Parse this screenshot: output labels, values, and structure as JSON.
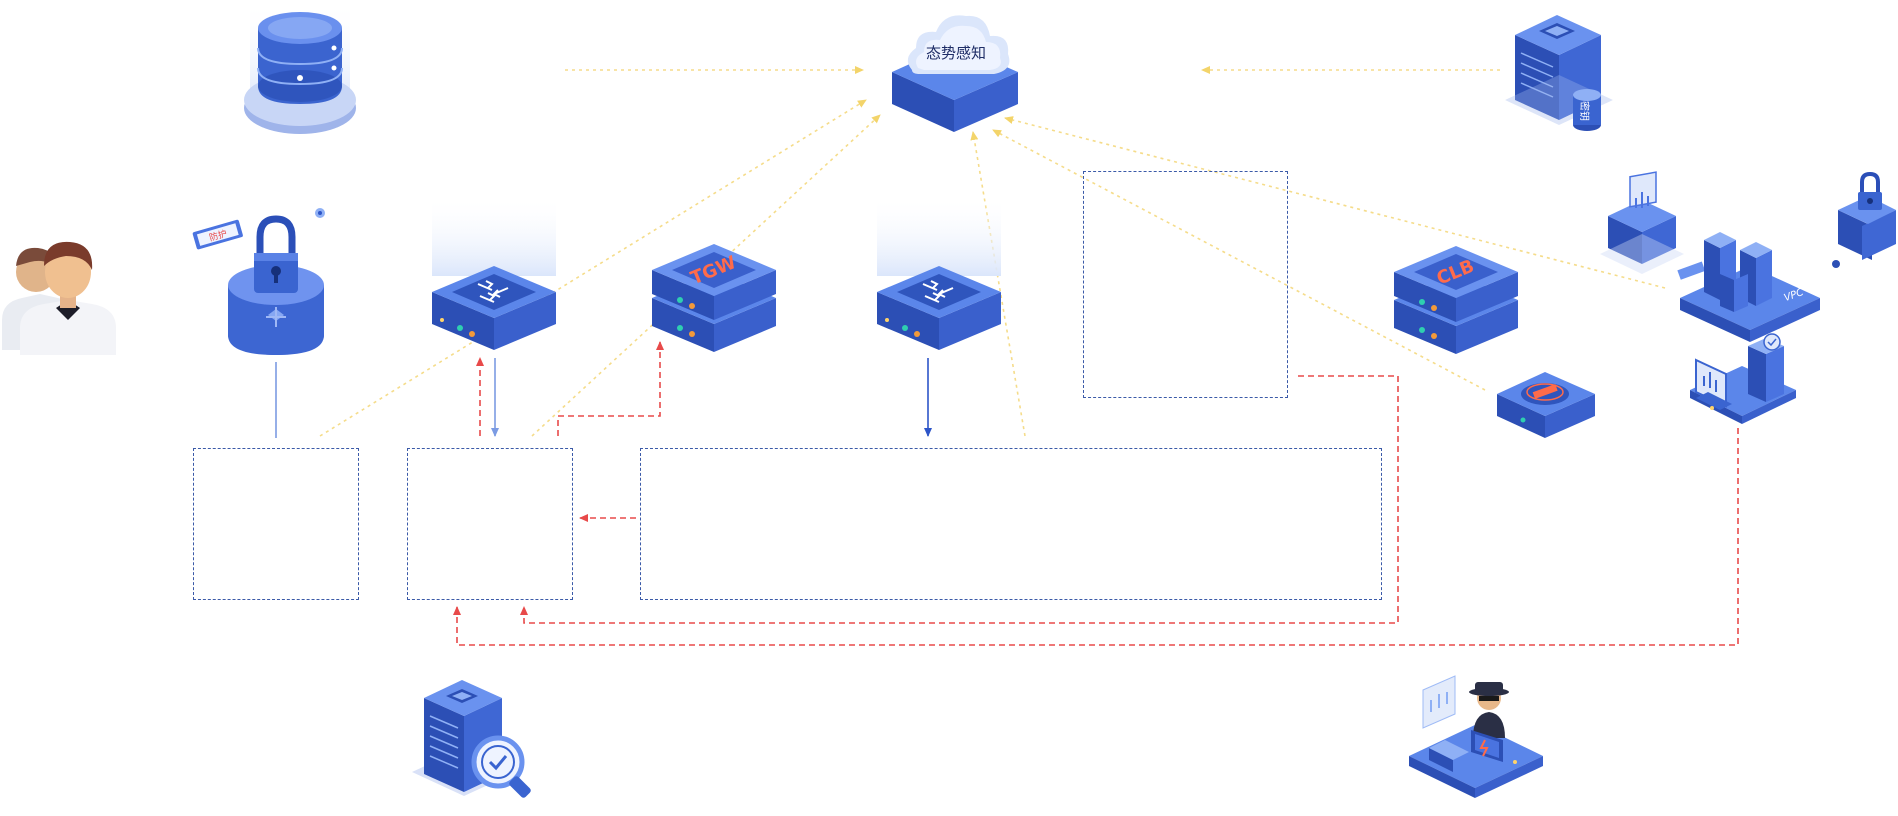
{
  "cloud_label": "态势感知",
  "tgw_label": "TGW",
  "clb_label": "CLB",
  "vault_label": "密钥",
  "vpc_label": "VPC",
  "lock_tag_label": "防护",
  "colors": {
    "blue_line": "#3b5aa8",
    "red_dash": "#e84a4a",
    "yellow_dot": "#f5d76e",
    "device_top": "#4f7be8",
    "device_side": "#2c4fb5"
  }
}
